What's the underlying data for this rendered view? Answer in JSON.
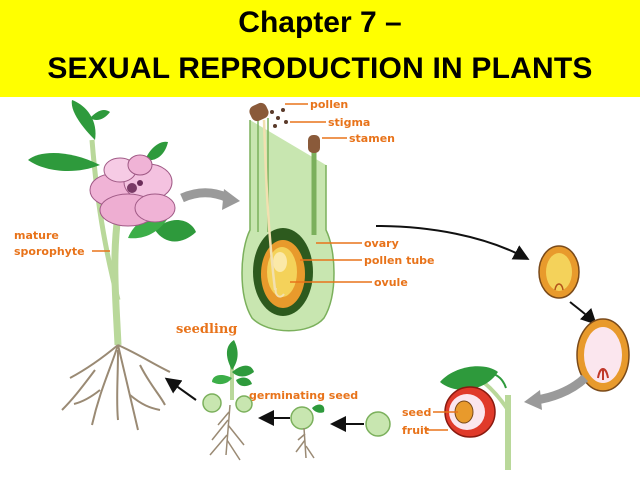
{
  "title": {
    "line1": "Chapter 7 –",
    "line2": "SEXUAL REPRODUCTION IN PLANTS"
  },
  "labels": {
    "pollen": "pollen",
    "stigma": "stigma",
    "stamen": "stamen",
    "mature_1": "mature",
    "mature_2": "sporophyte",
    "ovary": "ovary",
    "pollen_tube": "pollen tube",
    "ovule": "ovule",
    "seedling": "seedling",
    "germinating_seed": "germinating seed",
    "seed": "seed",
    "fruit": "fruit"
  },
  "colors": {
    "banner": "#ffff00",
    "label_orange": "#e8731a",
    "stem_green": "#b9d89a",
    "leaf_green": "#2e9a3c",
    "petal_pink": "#f0b3d6",
    "ovule_yellow": "#f4c02a",
    "ovary_dark": "#2d5a1e",
    "arrow_grey": "#9a9a9a"
  }
}
